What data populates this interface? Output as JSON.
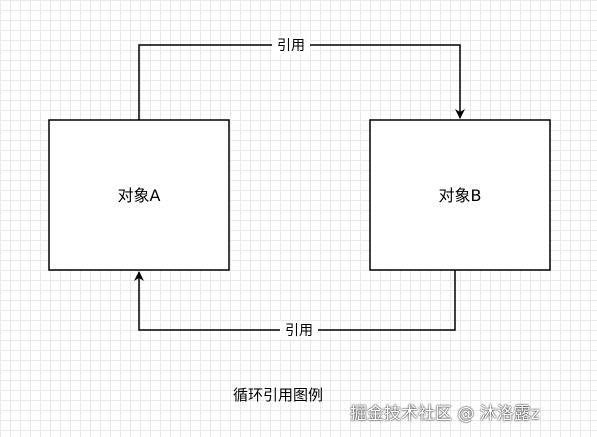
{
  "colors": {
    "stroke": "#000000",
    "box_fill": "#ffffff",
    "grid": "#e9e9e9"
  },
  "nodes": {
    "a": {
      "label": "对象A"
    },
    "b": {
      "label": "对象B"
    }
  },
  "edges": {
    "top": {
      "label": "引用",
      "from": "a",
      "to": "b"
    },
    "bottom": {
      "label": "引用",
      "from": "b",
      "to": "a"
    }
  },
  "caption": "循环引用图例",
  "watermark": "掘金技术社区 @ 沐洛露z"
}
